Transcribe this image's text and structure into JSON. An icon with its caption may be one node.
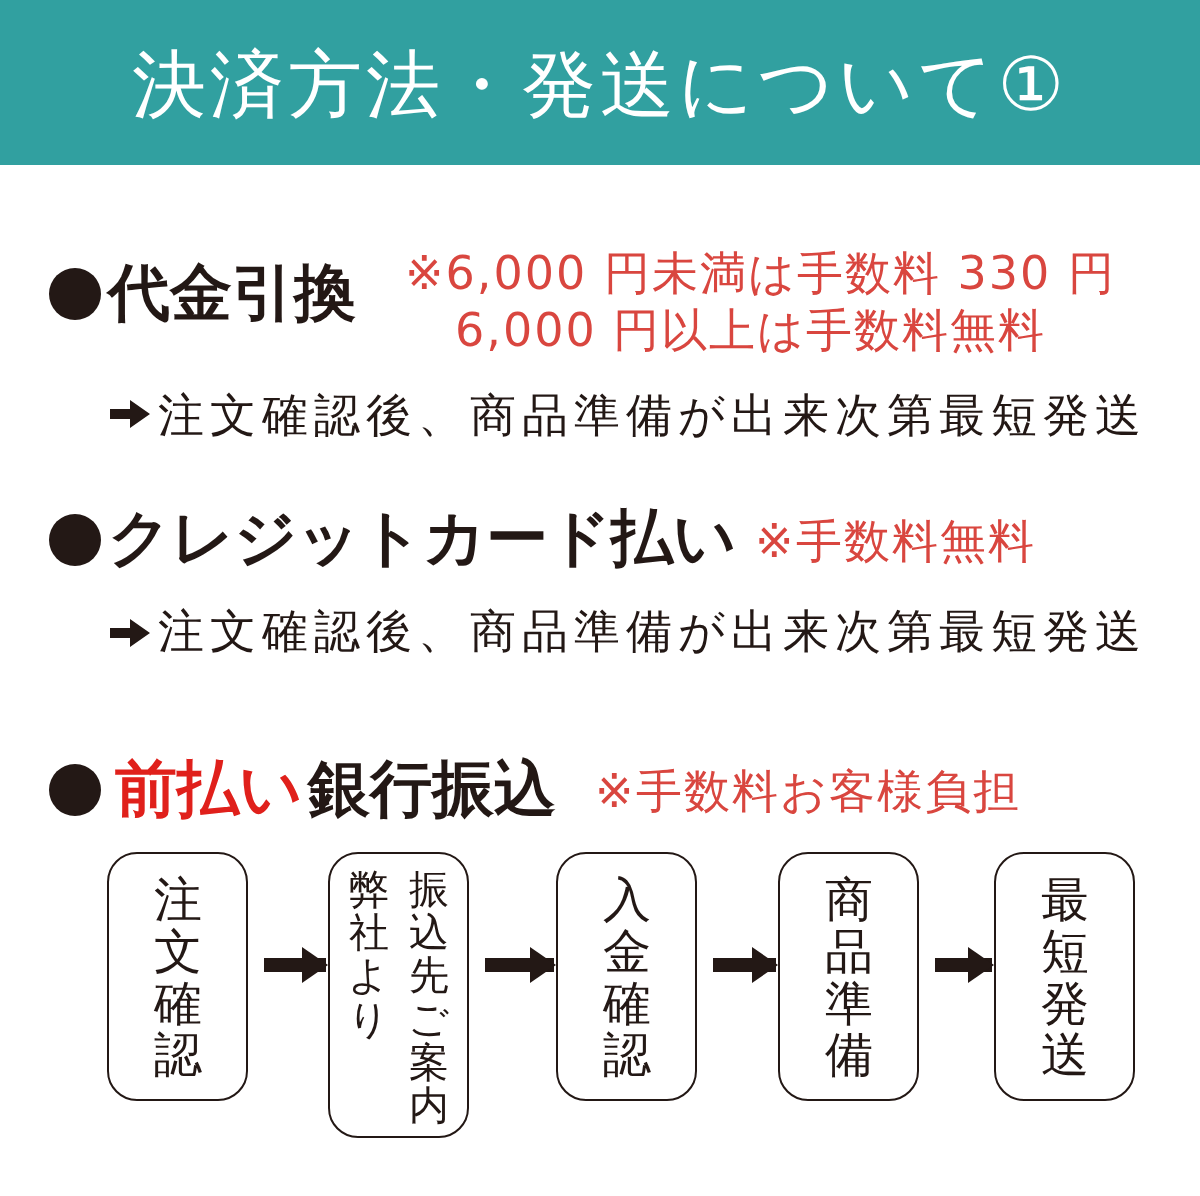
{
  "diagram": {
    "title": "決済方法・発送について①",
    "nodes": [
      {
        "text": [
          "注文確認"
        ]
      },
      {
        "text": [
          "振込先ご案内弊社より"
        ]
      },
      {
        "text": [
          "入金確認"
        ]
      },
      {
        "text": [
          "商品準備"
        ]
      },
      {
        "text": [
          "最短発送"
        ]
      }
    ],
    "edges": [
      {
        "from": 0,
        "to": 1,
        "arrow": "to"
      },
      {
        "from": 1,
        "to": 2,
        "arrow": "to"
      },
      {
        "from": 2,
        "to": 3,
        "arrow": "to"
      },
      {
        "from": 3,
        "to": 4,
        "arrow": "to"
      }
    ],
    "labels": [
      "代金引換",
      "※6,000 円未満は手数料 330 円",
      "6,000 円以上は手数料無料",
      "注文確認後、商品準備が出来次第最短発送",
      "クレジットカード払い",
      "※手数料無料",
      "注文確認後、商品準備が出来次第最短発送",
      "前払い",
      "銀行振込",
      "※手数料お客様負担"
    ]
  }
}
